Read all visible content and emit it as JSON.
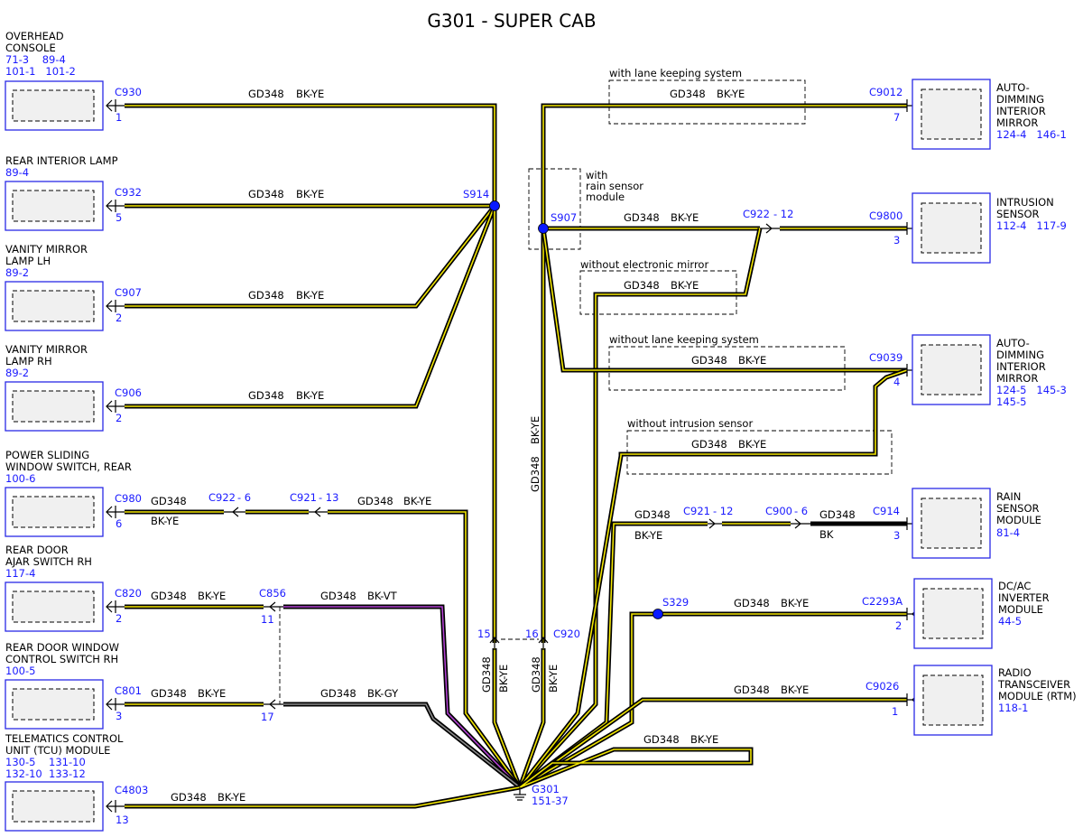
{
  "title": "G301 - SUPER CAB",
  "components": {
    "overhead_console": {
      "name": [
        "OVERHEAD",
        "CONSOLE"
      ],
      "refs": [
        "71-3    89-4",
        "101-1   101-2"
      ],
      "connector": "C930",
      "pin": "1"
    },
    "rear_interior_lamp": {
      "name": [
        "REAR INTERIOR LAMP"
      ],
      "refs": [
        "89-4"
      ],
      "connector": "C932",
      "pin": "5"
    },
    "vanity_mirror_lh": {
      "name": [
        "VANITY MIRROR",
        "LAMP LH"
      ],
      "refs": [
        "89-2"
      ],
      "connector": "C907",
      "pin": "2"
    },
    "vanity_mirror_rh": {
      "name": [
        "VANITY MIRROR",
        "LAMP RH"
      ],
      "refs": [
        "89-2"
      ],
      "connector": "C906",
      "pin": "2"
    },
    "power_sliding_window": {
      "name": [
        "POWER SLIDING",
        "WINDOW SWITCH, REAR"
      ],
      "refs": [
        "100-6"
      ],
      "connector": "C980",
      "pin": "6"
    },
    "rear_door_ajar": {
      "name": [
        "REAR DOOR",
        "AJAR SWITCH RH"
      ],
      "refs": [
        "117-4"
      ],
      "connector": "C820",
      "pin": "2"
    },
    "rear_door_window": {
      "name": [
        "REAR DOOR WINDOW",
        "CONTROL SWITCH RH"
      ],
      "refs": [
        "100-5"
      ],
      "connector": "C801",
      "pin": "3"
    },
    "tcu_module": {
      "name": [
        "TELEMATICS CONTROL",
        "UNIT (TCU) MODULE"
      ],
      "refs": [
        "130-5    131-10",
        "132-10  133-12"
      ],
      "connector": "C4803",
      "pin": "13"
    },
    "auto_dimming_1": {
      "name": [
        "AUTO-",
        "DIMMING",
        "INTERIOR",
        "MIRROR"
      ],
      "refs": [
        "124-4   146-1"
      ],
      "connector": "C9012",
      "pin": "7"
    },
    "intrusion_sensor": {
      "name": [
        "INTRUSION",
        "SENSOR"
      ],
      "refs": [
        "112-4   117-9"
      ],
      "connector": "C9800",
      "pin": "3"
    },
    "auto_dimming_2": {
      "name": [
        "AUTO-",
        "DIMMING",
        "INTERIOR",
        "MIRROR"
      ],
      "refs": [
        "124-5   145-3",
        "145-5"
      ],
      "connector": "C9039",
      "pin": "4"
    },
    "rain_sensor_module": {
      "name": [
        "RAIN",
        "SENSOR",
        "MODULE"
      ],
      "refs": [
        "81-4"
      ],
      "connector": "C914",
      "pin": "3"
    },
    "dc_ac_inverter": {
      "name": [
        "DC/AC",
        "INVERTER",
        "MODULE"
      ],
      "refs": [
        "44-5"
      ],
      "connector": "C2293A",
      "pin": "2"
    },
    "radio_transceiver": {
      "name": [
        "RADIO",
        "TRANSCEIVER",
        "MODULE (RTM)"
      ],
      "refs": [
        "118-1"
      ],
      "connector": "C9026",
      "pin": "1"
    }
  },
  "wire": {
    "circuit": "GD348",
    "color_bkye": "BK-YE",
    "color_bkvt": "BK-VT",
    "color_bkgy": "BK-GY",
    "color_bk": "BK"
  },
  "splices": {
    "s914": "S914",
    "s907": "S907",
    "s329": "S329"
  },
  "inline": {
    "c922_6": "C922",
    "c922_6_pin": "- 6",
    "c921_13": "C921",
    "c921_13_pin": "- 13",
    "c856": "C856",
    "c856_pin11": "11",
    "c856_pin17": "17",
    "c922_12": "C922",
    "c922_12_pin": "- 12",
    "c921_12": "C921",
    "c921_12_pin": "- 12",
    "c900_6": "C900",
    "c900_6_pin": "- 6",
    "c920": "C920",
    "c920_pin15": "15",
    "c920_pin16": "16"
  },
  "options": {
    "with_lks": "with lane keeping system",
    "with_rain": [
      "with",
      "rain sensor",
      "module"
    ],
    "without_emirror": "without electronic mirror",
    "without_lks": "without lane keeping system",
    "without_intrusion": "without intrusion sensor"
  },
  "ground": {
    "name": "G301",
    "ref": "151-37"
  },
  "colors": {
    "wire_yellow": "#f2e600",
    "wire_violet": "#b040d0",
    "wire_gray": "#8a8a8a",
    "link_blue": "#1a1aff"
  }
}
